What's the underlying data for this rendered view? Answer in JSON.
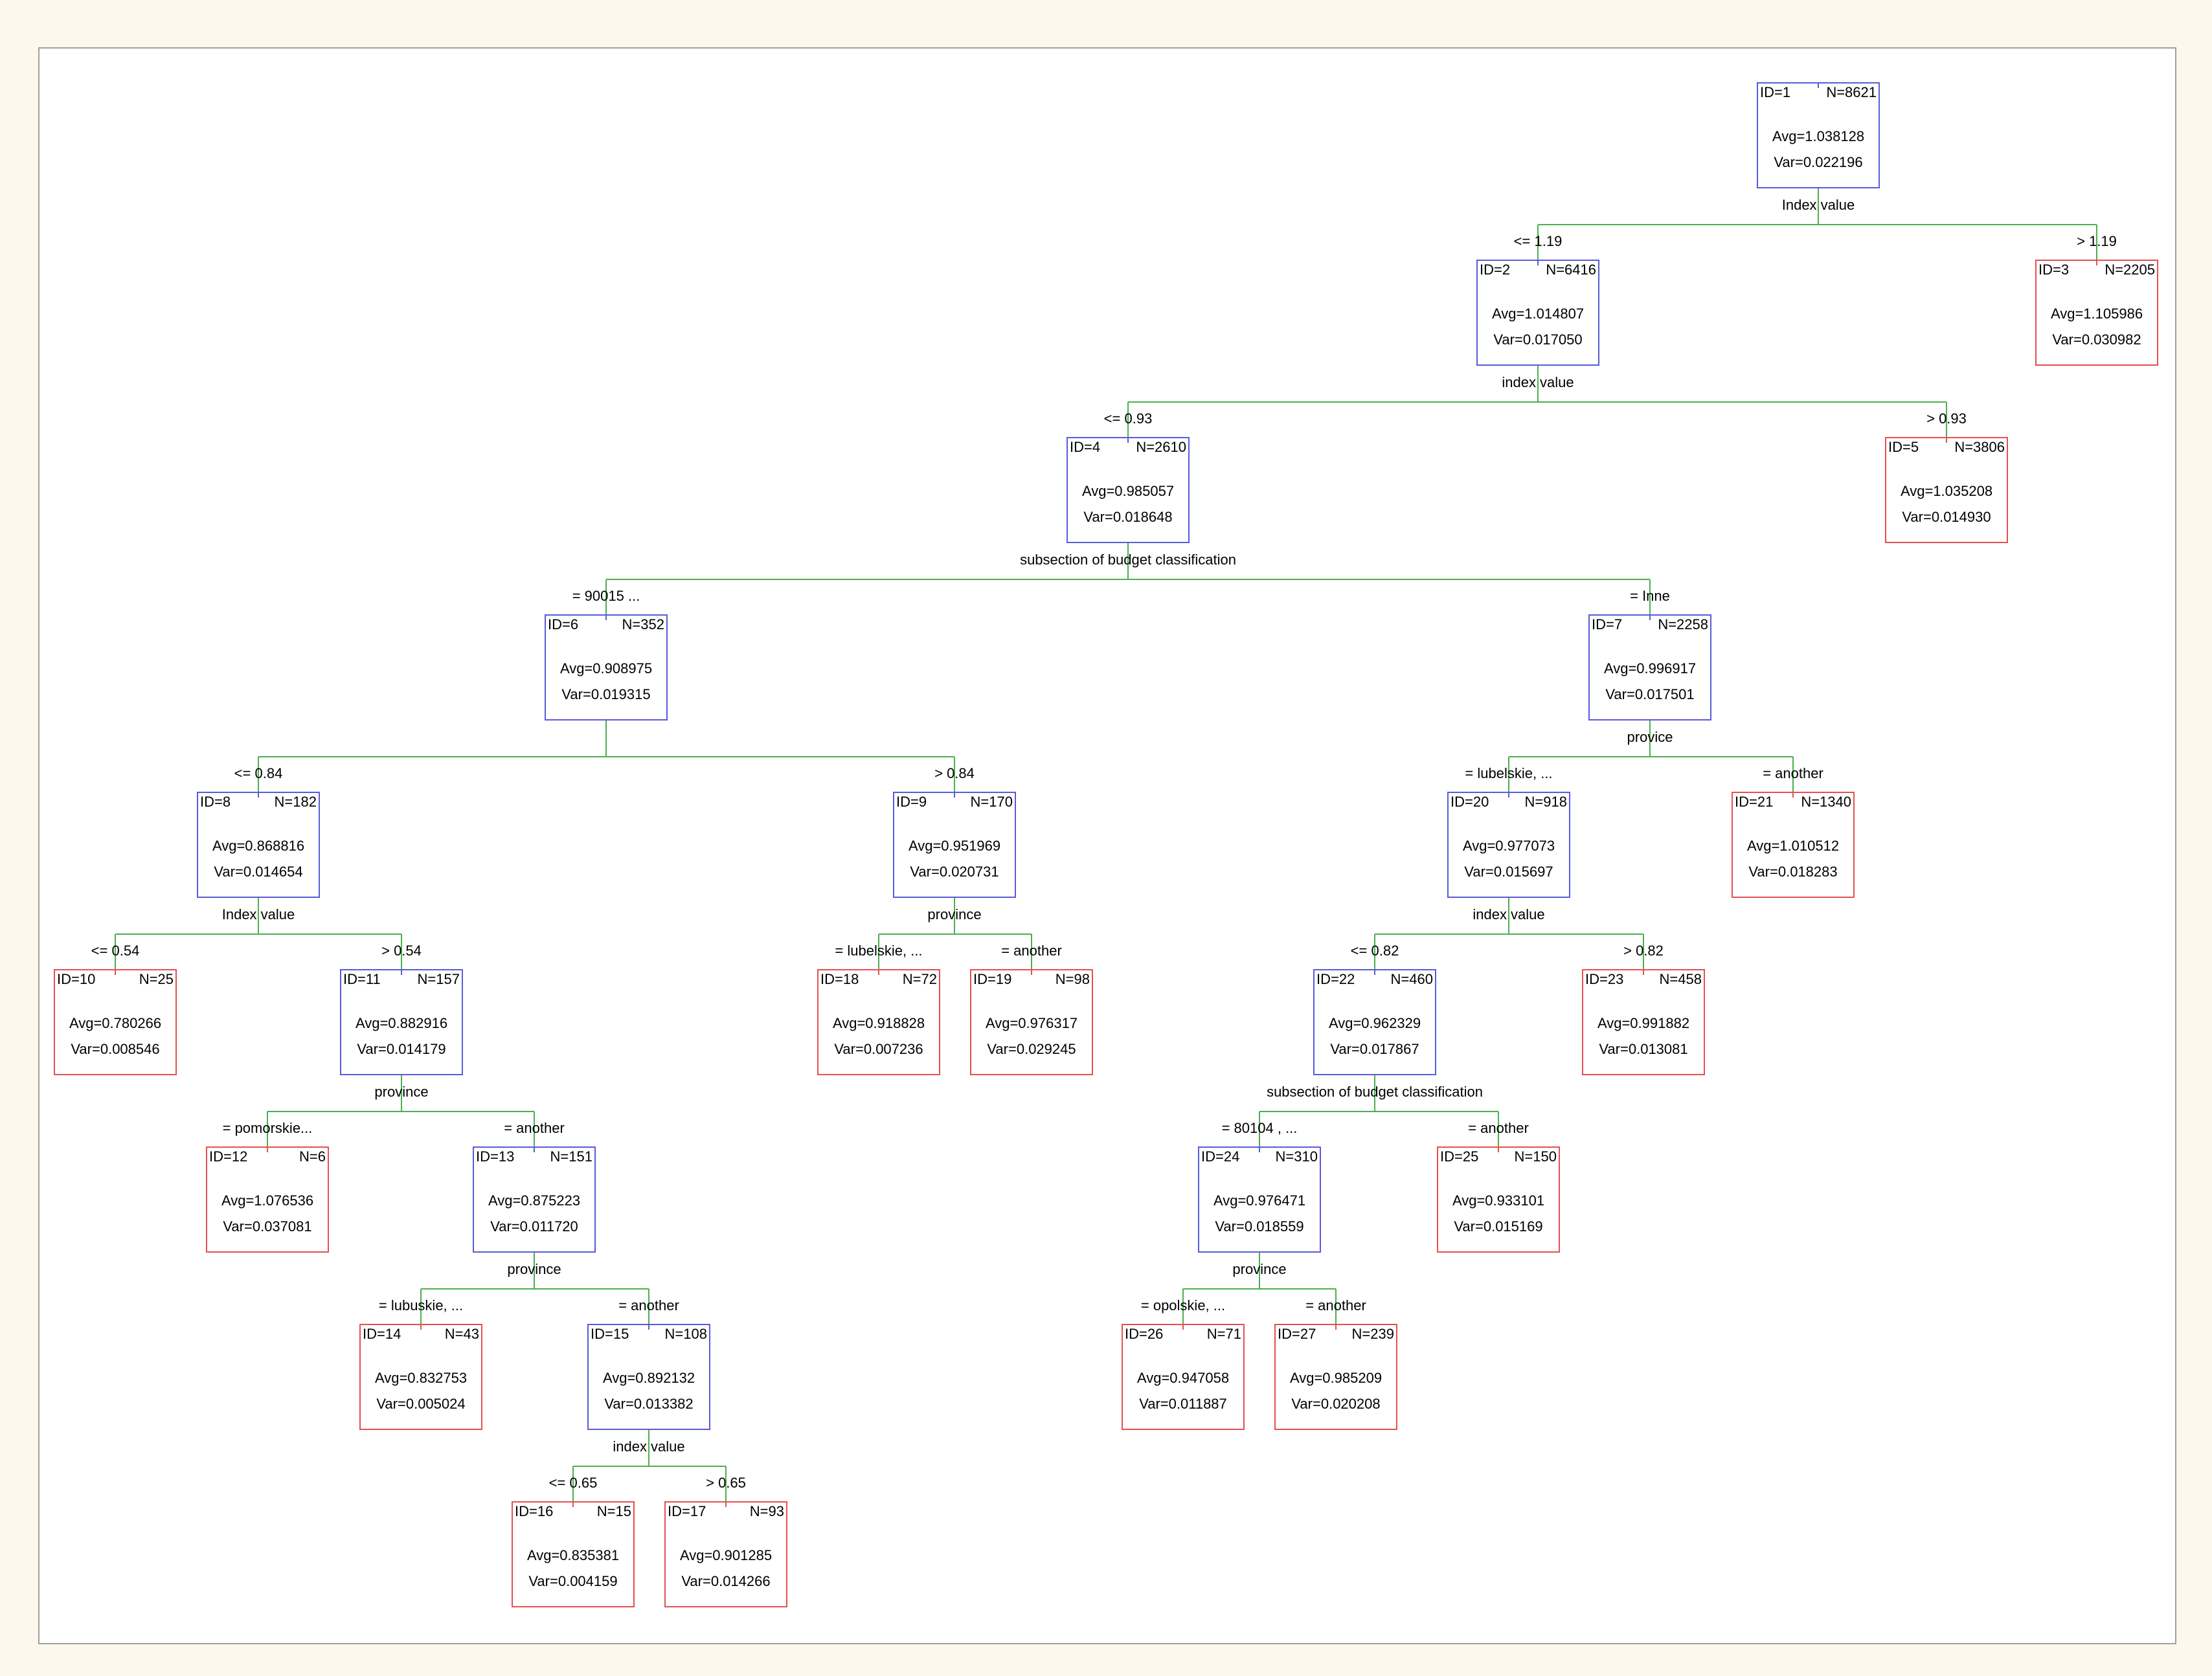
{
  "colors": {
    "background": "#fdf8ec",
    "panel": "#ffffff",
    "frame": "#a0a0a0",
    "split_node_border": "#5a5adc",
    "leaf_node_border": "#e45050",
    "branch_line": "#4caf50"
  },
  "tree": {
    "nodes": [
      {
        "id": "ID=1",
        "n": "N=8621",
        "avg": "Avg=1.038128",
        "var": "Var=0.022196",
        "type": "split",
        "split_var": "Index value"
      },
      {
        "id": "ID=2",
        "n": "N=6416",
        "avg": "Avg=1.014807",
        "var": "Var=0.017050",
        "type": "split",
        "split_var": "index value"
      },
      {
        "id": "ID=3",
        "n": "N=2205",
        "avg": "Avg=1.105986",
        "var": "Var=0.030982",
        "type": "leaf"
      },
      {
        "id": "ID=4",
        "n": "N=2610",
        "avg": "Avg=0.985057",
        "var": "Var=0.018648",
        "type": "split",
        "split_var": "subsection of budget classification"
      },
      {
        "id": "ID=5",
        "n": "N=3806",
        "avg": "Avg=1.035208",
        "var": "Var=0.014930",
        "type": "leaf"
      },
      {
        "id": "ID=6",
        "n": "N=352",
        "avg": "Avg=0.908975",
        "var": "Var=0.019315",
        "type": "split",
        "split_var": ""
      },
      {
        "id": "ID=7",
        "n": "N=2258",
        "avg": "Avg=0.996917",
        "var": "Var=0.017501",
        "type": "split",
        "split_var": "provice"
      },
      {
        "id": "ID=8",
        "n": "N=182",
        "avg": "Avg=0.868816",
        "var": "Var=0.014654",
        "type": "split",
        "split_var": "Index value"
      },
      {
        "id": "ID=9",
        "n": "N=170",
        "avg": "Avg=0.951969",
        "var": "Var=0.020731",
        "type": "split",
        "split_var": "province"
      },
      {
        "id": "ID=10",
        "n": "N=25",
        "avg": "Avg=0.780266",
        "var": "Var=0.008546",
        "type": "leaf"
      },
      {
        "id": "ID=11",
        "n": "N=157",
        "avg": "Avg=0.882916",
        "var": "Var=0.014179",
        "type": "split",
        "split_var": "province"
      },
      {
        "id": "ID=12",
        "n": "N=6",
        "avg": "Avg=1.076536",
        "var": "Var=0.037081",
        "type": "leaf"
      },
      {
        "id": "ID=13",
        "n": "N=151",
        "avg": "Avg=0.875223",
        "var": "Var=0.011720",
        "type": "split",
        "split_var": "province"
      },
      {
        "id": "ID=14",
        "n": "N=43",
        "avg": "Avg=0.832753",
        "var": "Var=0.005024",
        "type": "leaf"
      },
      {
        "id": "ID=15",
        "n": "N=108",
        "avg": "Avg=0.892132",
        "var": "Var=0.013382",
        "type": "split",
        "split_var": "index value"
      },
      {
        "id": "ID=16",
        "n": "N=15",
        "avg": "Avg=0.835381",
        "var": "Var=0.004159",
        "type": "leaf"
      },
      {
        "id": "ID=17",
        "n": "N=93",
        "avg": "Avg=0.901285",
        "var": "Var=0.014266",
        "type": "leaf"
      },
      {
        "id": "ID=18",
        "n": "N=72",
        "avg": "Avg=0.918828",
        "var": "Var=0.007236",
        "type": "leaf"
      },
      {
        "id": "ID=19",
        "n": "N=98",
        "avg": "Avg=0.976317",
        "var": "Var=0.029245",
        "type": "leaf"
      },
      {
        "id": "ID=20",
        "n": "N=918",
        "avg": "Avg=0.977073",
        "var": "Var=0.015697",
        "type": "split",
        "split_var": "index value"
      },
      {
        "id": "ID=21",
        "n": "N=1340",
        "avg": "Avg=1.010512",
        "var": "Var=0.018283",
        "type": "leaf"
      },
      {
        "id": "ID=22",
        "n": "N=460",
        "avg": "Avg=0.962329",
        "var": "Var=0.017867",
        "type": "split",
        "split_var": "subsection of budget classification"
      },
      {
        "id": "ID=23",
        "n": "N=458",
        "avg": "Avg=0.991882",
        "var": "Var=0.013081",
        "type": "leaf"
      },
      {
        "id": "ID=24",
        "n": "N=310",
        "avg": "Avg=0.976471",
        "var": "Var=0.018559",
        "type": "split",
        "split_var": "province"
      },
      {
        "id": "ID=25",
        "n": "N=150",
        "avg": "Avg=0.933101",
        "var": "Var=0.015169",
        "type": "leaf"
      },
      {
        "id": "ID=26",
        "n": "N=71",
        "avg": "Avg=0.947058",
        "var": "Var=0.011887",
        "type": "leaf"
      },
      {
        "id": "ID=27",
        "n": "N=239",
        "avg": "Avg=0.985209",
        "var": "Var=0.020208",
        "type": "leaf"
      }
    ],
    "edges": [
      {
        "parent": "ID=1",
        "child": "ID=2",
        "label": "<= 1.19"
      },
      {
        "parent": "ID=1",
        "child": "ID=3",
        "label": "> 1.19"
      },
      {
        "parent": "ID=2",
        "child": "ID=4",
        "label": "<= 0.93"
      },
      {
        "parent": "ID=2",
        "child": "ID=5",
        "label": "> 0.93"
      },
      {
        "parent": "ID=4",
        "child": "ID=6",
        "label": "= 90015   ..."
      },
      {
        "parent": "ID=4",
        "child": "ID=7",
        "label": "= Inne"
      },
      {
        "parent": "ID=6",
        "child": "ID=8",
        "label": "<= 0.84"
      },
      {
        "parent": "ID=6",
        "child": "ID=9",
        "label": "> 0.84"
      },
      {
        "parent": "ID=8",
        "child": "ID=10",
        "label": "<= 0.54"
      },
      {
        "parent": "ID=8",
        "child": "ID=11",
        "label": "> 0.54"
      },
      {
        "parent": "ID=11",
        "child": "ID=12",
        "label": "= pomorskie..."
      },
      {
        "parent": "ID=11",
        "child": "ID=13",
        "label": "= another"
      },
      {
        "parent": "ID=13",
        "child": "ID=14",
        "label": "= lubuskie, ..."
      },
      {
        "parent": "ID=13",
        "child": "ID=15",
        "label": "= another"
      },
      {
        "parent": "ID=15",
        "child": "ID=16",
        "label": "<= 0.65"
      },
      {
        "parent": "ID=15",
        "child": "ID=17",
        "label": "> 0.65"
      },
      {
        "parent": "ID=9",
        "child": "ID=18",
        "label": "= lubelskie, ..."
      },
      {
        "parent": "ID=9",
        "child": "ID=19",
        "label": "= another"
      },
      {
        "parent": "ID=7",
        "child": "ID=20",
        "label": "= lubelskie, ..."
      },
      {
        "parent": "ID=7",
        "child": "ID=21",
        "label": "= another"
      },
      {
        "parent": "ID=20",
        "child": "ID=22",
        "label": "<= 0.82"
      },
      {
        "parent": "ID=20",
        "child": "ID=23",
        "label": "> 0.82"
      },
      {
        "parent": "ID=22",
        "child": "ID=24",
        "label": "= 80104   , ..."
      },
      {
        "parent": "ID=22",
        "child": "ID=25",
        "label": "= another"
      },
      {
        "parent": "ID=24",
        "child": "ID=26",
        "label": "= opolskie, ..."
      },
      {
        "parent": "ID=24",
        "child": "ID=27",
        "label": "= another"
      }
    ]
  }
}
